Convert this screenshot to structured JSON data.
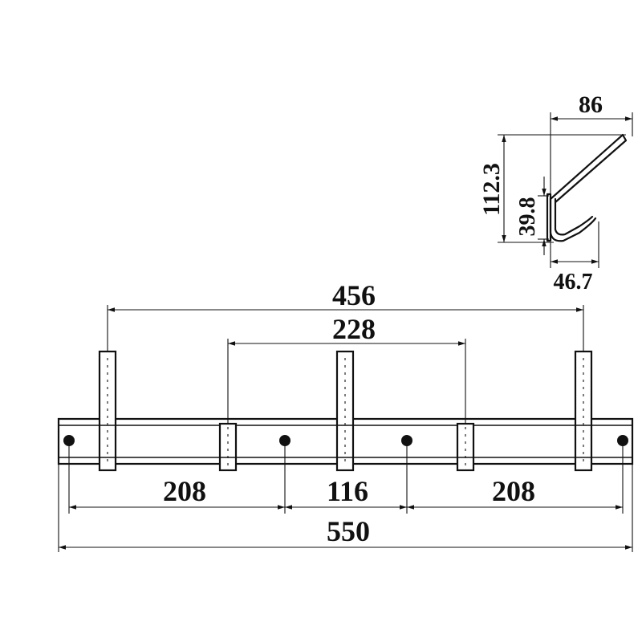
{
  "drawing": {
    "title": "",
    "dimensions": {
      "overall_length": "550",
      "outer_hook_span": "456",
      "inner_hook_span": "228",
      "hole_spacing_left": "208",
      "hole_spacing_center": "116",
      "hole_spacing_right": "208",
      "hook_width": "86",
      "hook_height": "112.3",
      "hook_lower_height": "39.8",
      "hook_depth": "46.7"
    },
    "colors": {
      "ink": "#111111",
      "background": "#ffffff"
    }
  }
}
